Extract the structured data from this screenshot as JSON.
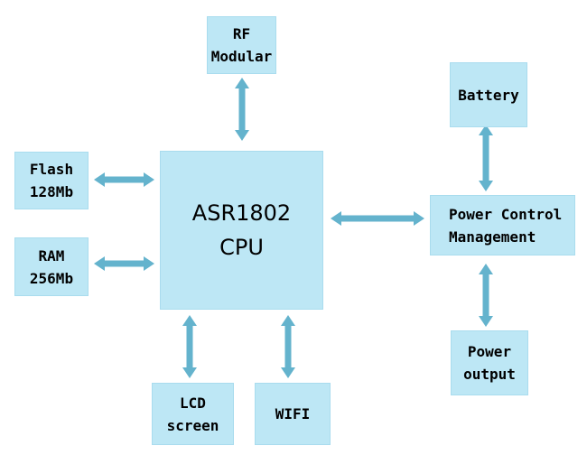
{
  "diagram": {
    "colors": {
      "box_fill": "#bde7f5",
      "arrow": "#64b3cd"
    },
    "nodes": {
      "rf": [
        "RF",
        "Modular"
      ],
      "flash": [
        "Flash",
        "128Mb"
      ],
      "ram": [
        "RAM",
        "256Mb"
      ],
      "cpu": [
        "ASR1802",
        "CPU"
      ],
      "lcd": [
        "LCD",
        "screen"
      ],
      "wifi": [
        "WIFI"
      ],
      "battery": [
        "Battery"
      ],
      "pcm": [
        "Power Control",
        "Management"
      ],
      "power_output": [
        "Power",
        "output"
      ]
    },
    "edges": [
      [
        "cpu",
        "rf"
      ],
      [
        "cpu",
        "flash"
      ],
      [
        "cpu",
        "ram"
      ],
      [
        "cpu",
        "lcd"
      ],
      [
        "cpu",
        "wifi"
      ],
      [
        "cpu",
        "pcm"
      ],
      [
        "pcm",
        "battery"
      ],
      [
        "pcm",
        "power_output"
      ]
    ]
  }
}
